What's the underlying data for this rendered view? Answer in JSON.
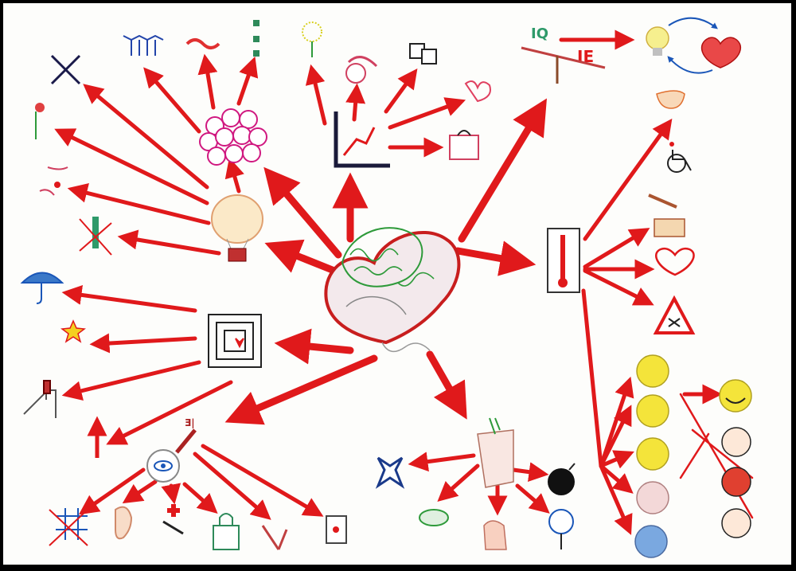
{
  "colors": {
    "arrow": "#e0191b",
    "ink": "#1a1a1a",
    "heart_fill": "#f3e9ec",
    "heart_stroke": "#c81e1e",
    "brain": "#2e9a3a",
    "emoji_yellow": "#f4e43a",
    "bulb": "#f6ef8e",
    "blue": "#1a56b8",
    "paper": "#fdfdfb"
  },
  "labels": {
    "iq": "IQ",
    "ie": "IE",
    "mirror": "Ǝ|"
  },
  "icons": [
    "heart-brain-icon",
    "thermometer-icon",
    "balloon-icon",
    "maze-icon",
    "magnifier-eye-icon",
    "scroll-person-icon",
    "graph-l-icon",
    "people-circles-icon",
    "lightbulb-icon",
    "heart-bags-icon",
    "compass-cross-icon",
    "dancers-icon",
    "flowers-icon",
    "hand-heart-icon",
    "crossed-pole-icon",
    "umbrella-icon",
    "star-hand-icon",
    "slide-icon",
    "up-arrow-icon",
    "tictactoe-icon",
    "ear-icon",
    "medic-icon",
    "padlock-icon",
    "broken-pencils-icon",
    "card-icon",
    "dice-icon",
    "smiley-hat-icon",
    "speech-hearts-icon",
    "handbag-icon",
    "sparkler-icon",
    "seesaw-icon",
    "cracked-egg-icon",
    "wheelchair-icon",
    "gavel-icon",
    "hand-heart-outline-icon",
    "warning-triangle-icon",
    "emoji-column-icon",
    "emoji-happy-icon",
    "emoji-sad-icon",
    "emoji-angry-icon",
    "emoji-tongue-icon",
    "starfish-icon",
    "lizard-icon",
    "hand-cap-icon",
    "fan-icon",
    "bomb-icon"
  ]
}
